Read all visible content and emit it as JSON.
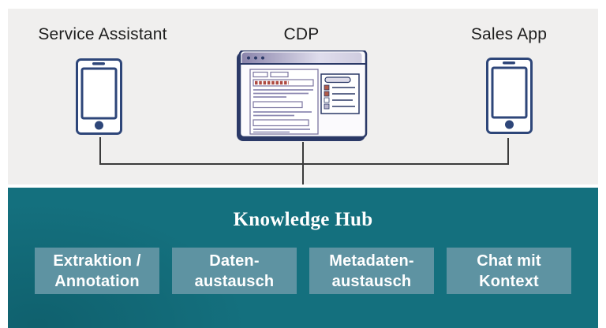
{
  "top_panel": {
    "apps": [
      {
        "label": "Service Assistant",
        "icon": "smartphone-icon"
      },
      {
        "label": "CDP",
        "icon": "browser-window-icon"
      },
      {
        "label": "Sales App",
        "icon": "smartphone-icon"
      }
    ]
  },
  "hub_panel": {
    "title": "Knowledge Hub",
    "capabilities": [
      {
        "line1": "Extraktion /",
        "line2": "Annotation"
      },
      {
        "line1": "Daten-",
        "line2": "austausch"
      },
      {
        "line1": "Metadaten-",
        "line2": "austausch"
      },
      {
        "line1": "Chat mit",
        "line2": "Kontext"
      }
    ]
  },
  "colors": {
    "apps_background": "#f0efee",
    "hub_background": "#14707e",
    "capability_box": "#5e93a2",
    "device_outline": "#2e4679",
    "window_outline": "#2b3967",
    "titlebar_purple": "#8a84ab",
    "accent_red": "#ae4a41",
    "connector": "#3b3b3b",
    "text_dark": "#1e1e1e",
    "text_light": "#ffffff"
  }
}
